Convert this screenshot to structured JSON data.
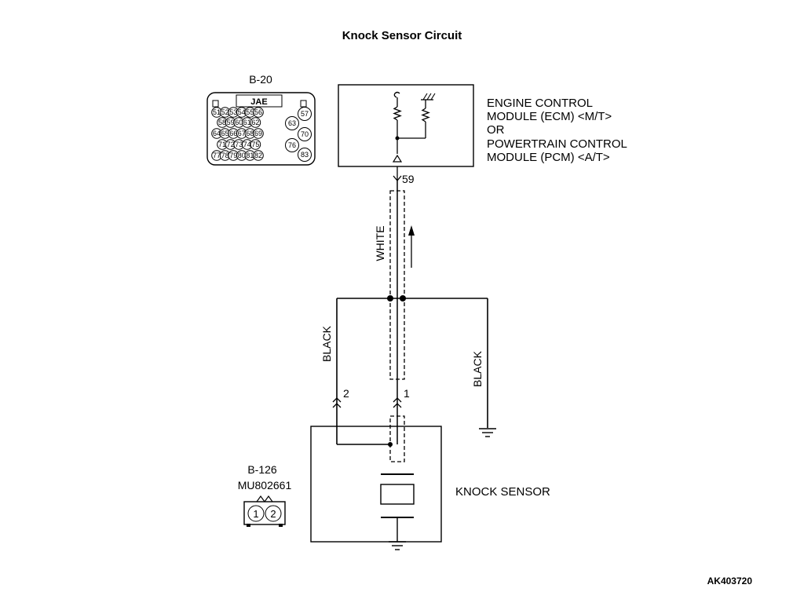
{
  "title": "Knock Sensor Circuit",
  "connector_b20": {
    "id": "B-20",
    "maker": "JAE",
    "pins": [
      "51",
      "52",
      "53",
      "54",
      "55",
      "56",
      "57",
      "58",
      "59",
      "60",
      "61",
      "62",
      "63",
      "64",
      "65",
      "66",
      "67",
      "68",
      "69",
      "70",
      "71",
      "72",
      "73",
      "74",
      "75",
      "76",
      "77",
      "78",
      "79",
      "80",
      "81",
      "82",
      "83"
    ]
  },
  "ecm": {
    "label_lines": [
      "ENGINE CONTROL",
      "MODULE (ECM) <M/T>",
      "OR",
      "POWERTRAIN CONTROL",
      "MODULE (PCM) <A/T>"
    ],
    "terminal": "59"
  },
  "wires": {
    "signal": "WHITE",
    "shield_left": "BLACK",
    "shield_right": "BLACK"
  },
  "sensor": {
    "label": "KNOCK SENSOR",
    "terminal_1": "1",
    "terminal_2": "2"
  },
  "connector_b126": {
    "id": "B-126",
    "part": "MU802661",
    "pins": [
      "1",
      "2"
    ]
  },
  "figure_id": "AK403720"
}
